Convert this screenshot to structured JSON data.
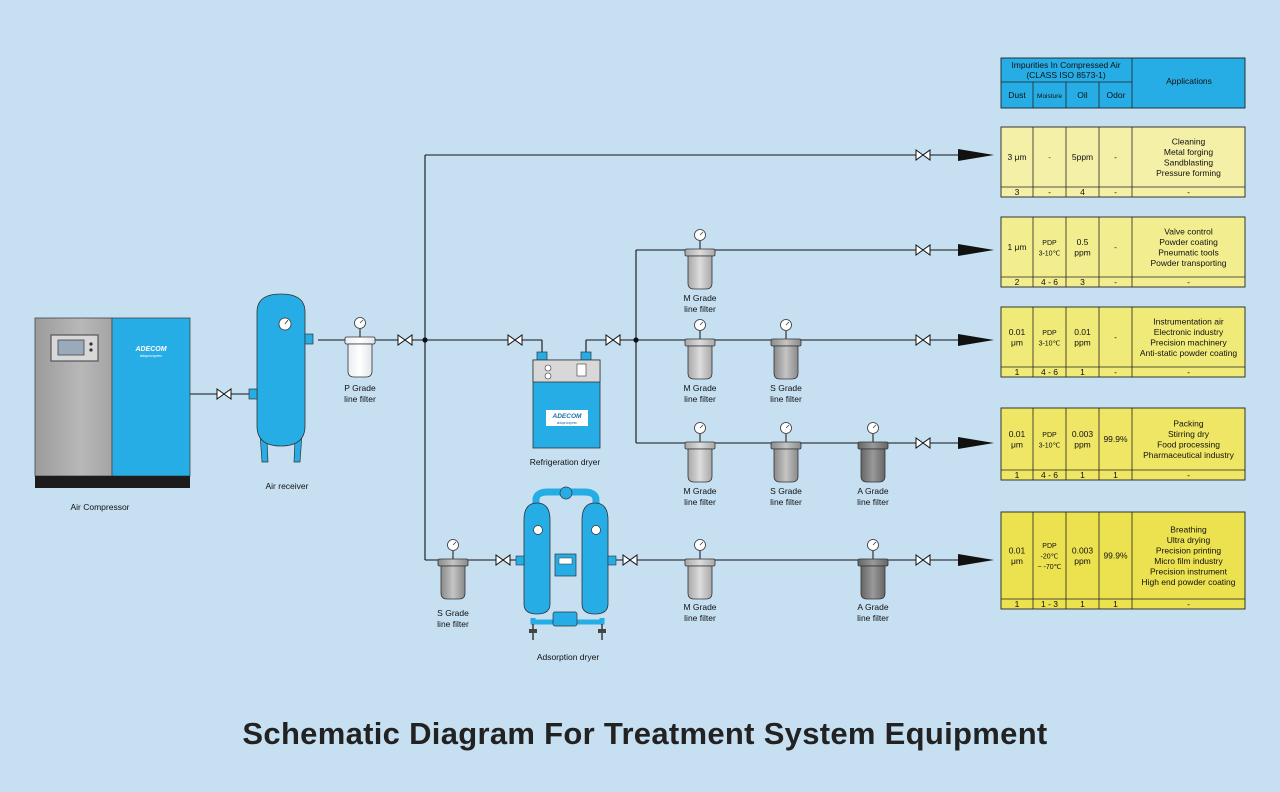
{
  "title": "Schematic Diagram For Treatment System Equipment",
  "colors": {
    "background": "#c6e0f2",
    "equipment_blue": "#27ade5",
    "header_blue": "#27ade5",
    "row_colors": [
      "#f4f0a8",
      "#f2ee90",
      "#f0ea78",
      "#eee664",
      "#ece250"
    ]
  },
  "brand": {
    "logo": "ADECOM",
    "tagline": "aidaprorapeen"
  },
  "equipment": {
    "air_compressor": "Air Compressor",
    "air_receiver": "Air receiver",
    "p_filter": [
      "P Grade",
      "line filter"
    ],
    "refrigeration_dryer": "Refrigeration dryer",
    "adsorption_dryer": "Adsorption dryer",
    "s_filter_bottom": [
      "S Grade",
      "line filter"
    ],
    "row2": [
      [
        "M Grade",
        "line filter"
      ]
    ],
    "row3": [
      [
        "M Grade",
        "line filter"
      ],
      [
        "S Grade",
        "line filter"
      ]
    ],
    "row4": [
      [
        "M Grade",
        "line filter"
      ],
      [
        "S Grade",
        "line filter"
      ],
      [
        "A Grade",
        "line filter"
      ]
    ],
    "row5": [
      [
        "M Grade",
        "line filter"
      ],
      [
        "A Grade",
        "line filter"
      ]
    ]
  },
  "table": {
    "header": {
      "group": [
        "Impurities In Compressed Air",
        "(CLASS ISO 8573-1)"
      ],
      "columns": [
        "Dust",
        "Moisture",
        "Oil",
        "Odor"
      ],
      "applications": "Applications"
    },
    "rows": [
      {
        "dust": [
          "3 μm"
        ],
        "moisture": [
          "-"
        ],
        "oil": [
          "5ppm"
        ],
        "odor": "-",
        "classes": [
          "3",
          "-",
          "4",
          "-",
          "-"
        ],
        "apps": [
          "Cleaning",
          "Metal forging",
          "Sandblasting",
          "Pressure forming"
        ]
      },
      {
        "dust": [
          "1 μm"
        ],
        "moisture": [
          "PDP",
          "3-10℃"
        ],
        "oil": [
          "0.5",
          "ppm"
        ],
        "odor": "-",
        "classes": [
          "2",
          "4 - 6",
          "3",
          "-",
          "-"
        ],
        "apps": [
          "Valve control",
          "Powder coating",
          "Pneumatic tools",
          "Powder transporting"
        ]
      },
      {
        "dust": [
          "0.01",
          "μm"
        ],
        "moisture": [
          "PDP",
          "3-10℃"
        ],
        "oil": [
          "0.01",
          "ppm"
        ],
        "odor": "-",
        "classes": [
          "1",
          "4 - 6",
          "1",
          "-",
          "-"
        ],
        "apps": [
          "Instrumentation air",
          "Electronic industry",
          "Precision machinery",
          "Anti-static powder coating"
        ]
      },
      {
        "dust": [
          "0.01",
          "μm"
        ],
        "moisture": [
          "PDP",
          "3-10℃"
        ],
        "oil": [
          "0.003",
          "ppm"
        ],
        "odor": "99.9%",
        "classes": [
          "1",
          "4 - 6",
          "1",
          "1",
          "-"
        ],
        "apps": [
          "Packing",
          "Stirring dry",
          "Food processing",
          "Pharmaceutical industry"
        ]
      },
      {
        "dust": [
          "0.01",
          "μm"
        ],
        "moisture": [
          "PDP",
          "-20℃",
          "~ -70℃"
        ],
        "oil": [
          "0.003",
          "ppm"
        ],
        "odor": "99.9%",
        "classes": [
          "1",
          "1 - 3",
          "1",
          "1",
          "-"
        ],
        "apps": [
          "Breathing",
          "Ultra drying",
          "Precision printing",
          "Micro film industry",
          "Precision instrument",
          "High end powder coating"
        ]
      }
    ]
  }
}
